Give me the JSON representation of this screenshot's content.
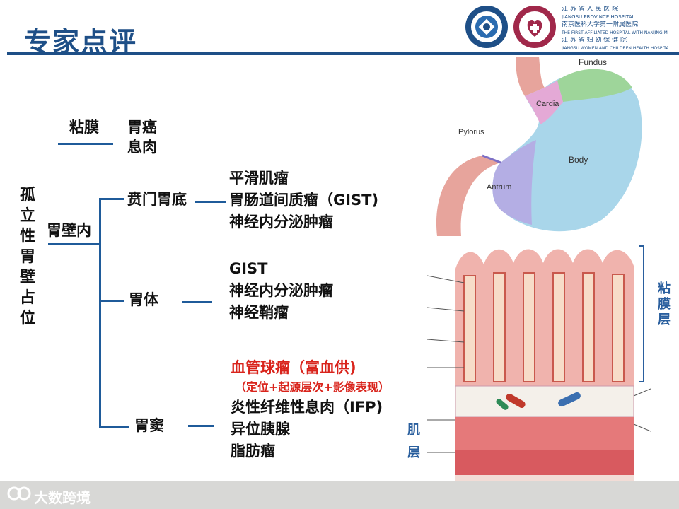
{
  "header": {
    "title": "专家点评",
    "hospital_lines": [
      "江 苏 省 人 民 医 院",
      "JIANGSU PROVINCE HOSPITAL",
      "南京医科大学第一附属医院",
      "THE FIRST AFFILIATED HOSPITAL WITH NANJING MEDICAL UNIVERSITY",
      "江 苏 省 妇 幼 保 健 院",
      "JIANGSU WOMEN AND CHILDREN HEALTH HOSPITAL"
    ]
  },
  "tree": {
    "root": "孤立性胃壁占位",
    "mucosa": {
      "label": "粘膜",
      "items": [
        "胃癌",
        "息肉"
      ]
    },
    "wall": {
      "label": "胃壁内"
    },
    "cardia": {
      "label": "贲门胃底",
      "items": [
        "平滑肌瘤",
        "胃肠道间质瘤（GIST)",
        "神经内分泌肿瘤"
      ]
    },
    "body": {
      "label": "胃体",
      "items": [
        "GIST",
        "神经内分泌肿瘤",
        "神经鞘瘤"
      ]
    },
    "antrum": {
      "label": "胃窦",
      "highlight": "血管球瘤（富血供)",
      "highlight_note": "（定位+起源层次+影像表现）",
      "items": [
        "炎性纤维性息肉（IFP)",
        "异位胰腺",
        "脂肪瘤"
      ]
    }
  },
  "stomach_labels": {
    "fundus": "Fundus",
    "cardia": "Cardia",
    "pylorus": "Pylorus",
    "body": "Body",
    "antrum": "Antrum"
  },
  "layer_labels": {
    "mucosa": "粘膜层",
    "muscle_1": "肌",
    "muscle_2": "层"
  },
  "footer": {
    "brand": "大数跨境"
  },
  "colors": {
    "title": "#1e4f87",
    "line": "#1f5b9a",
    "highlight": "#d9241c"
  }
}
